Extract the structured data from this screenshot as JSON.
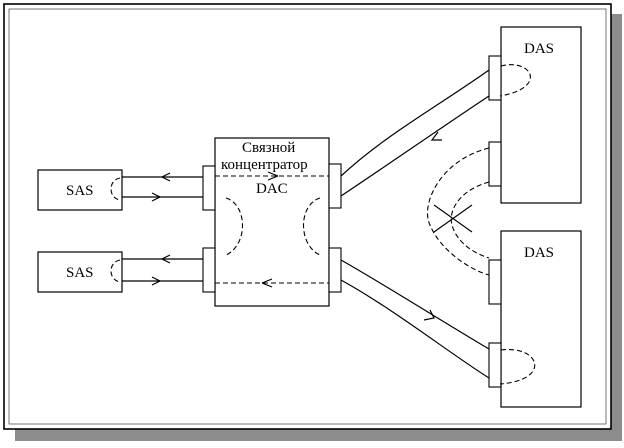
{
  "diagram": {
    "hub": {
      "line1": "Связной",
      "line2": "концентратор",
      "line3": "DAC"
    },
    "sas_top": "SAS",
    "sas_bottom": "SAS",
    "das_top": "DAS",
    "das_bottom": "DAS"
  }
}
